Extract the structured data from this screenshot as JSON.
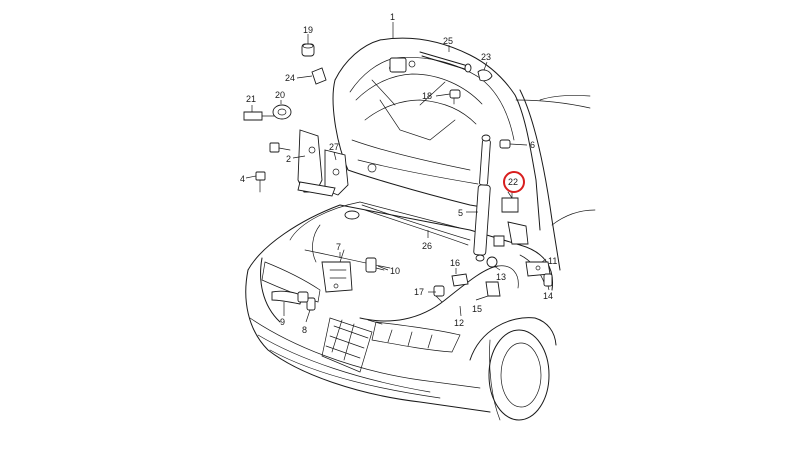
{
  "diagram": {
    "callouts": [
      {
        "id": "c1",
        "label": "1"
      },
      {
        "id": "c2",
        "label": "2"
      },
      {
        "id": "c4",
        "label": "4"
      },
      {
        "id": "c5",
        "label": "5"
      },
      {
        "id": "c6",
        "label": "6"
      },
      {
        "id": "c7",
        "label": "7"
      },
      {
        "id": "c8",
        "label": "8"
      },
      {
        "id": "c9",
        "label": "9"
      },
      {
        "id": "c10",
        "label": "10"
      },
      {
        "id": "c11",
        "label": "11"
      },
      {
        "id": "c12",
        "label": "12"
      },
      {
        "id": "c13",
        "label": "13"
      },
      {
        "id": "c14",
        "label": "14"
      },
      {
        "id": "c15",
        "label": "15"
      },
      {
        "id": "c16",
        "label": "16"
      },
      {
        "id": "c17",
        "label": "17"
      },
      {
        "id": "c18",
        "label": "18"
      },
      {
        "id": "c19",
        "label": "19"
      },
      {
        "id": "c20",
        "label": "20"
      },
      {
        "id": "c21",
        "label": "21"
      },
      {
        "id": "c22",
        "label": "22"
      },
      {
        "id": "c23",
        "label": "23"
      },
      {
        "id": "c24",
        "label": "24"
      },
      {
        "id": "c25",
        "label": "25"
      },
      {
        "id": "c26",
        "label": "26"
      },
      {
        "id": "c27",
        "label": "27"
      }
    ],
    "highlight": {
      "callout": "22",
      "color": "#d81e1e"
    },
    "line_color": "#1a1a1a",
    "background": "#ffffff"
  }
}
